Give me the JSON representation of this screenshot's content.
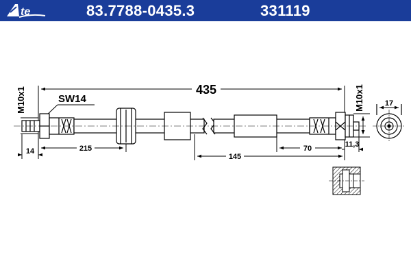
{
  "header": {
    "brand": "Ate",
    "part_number": "83.7788-0435.3",
    "ref_number": "331119"
  },
  "colors": {
    "header_bg": "#1a3d9a",
    "header_text": "#ffffff",
    "line": "#000000"
  },
  "dimensions": {
    "overall_length": "435",
    "thread_left": "M10x1",
    "thread_right": "M10x1",
    "wrench_size": "SW14",
    "end_length_left": "14",
    "sleeve_distance": "215",
    "mid_distance": "145",
    "right_distance": "70",
    "right_end": "11,3",
    "end_diameter": "17"
  }
}
